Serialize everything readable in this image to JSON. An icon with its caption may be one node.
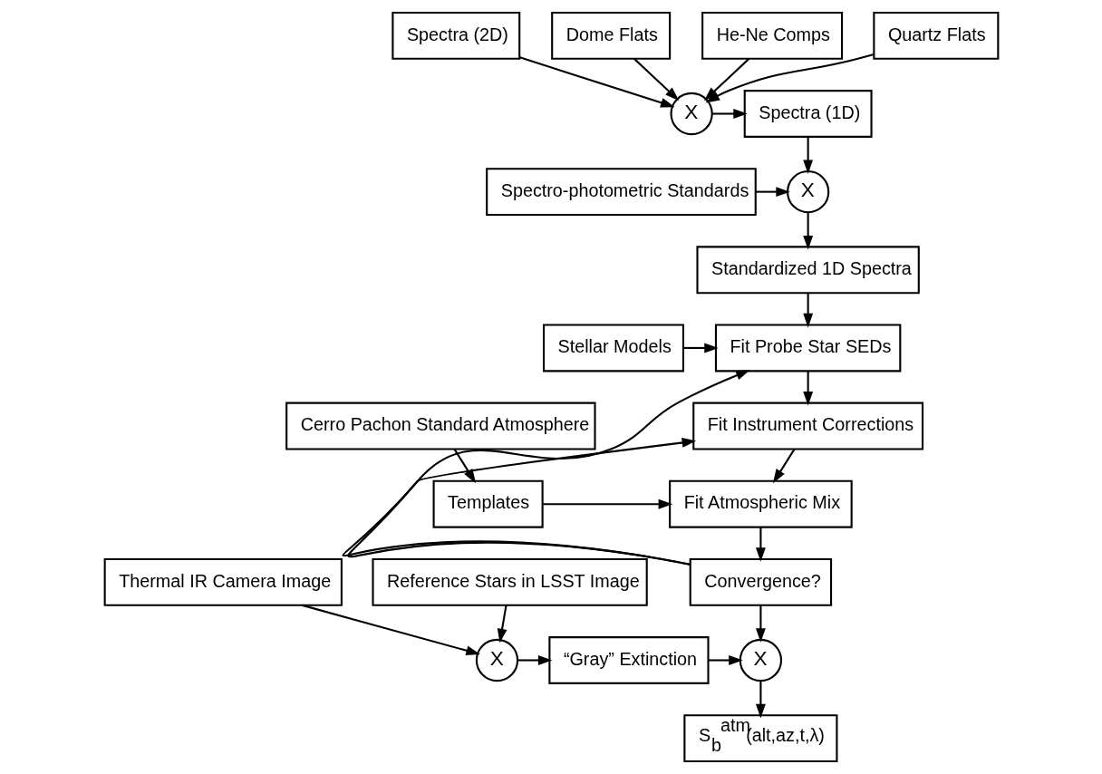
{
  "diagram": {
    "nodes": [
      {
        "text": [
          "Spectra (2D)"
        ]
      },
      {
        "text": [
          "Dome Flats"
        ]
      },
      {
        "text": [
          "He-Ne Comps"
        ]
      },
      {
        "text": [
          "Quartz Flats"
        ]
      },
      {
        "text": [
          "X"
        ]
      },
      {
        "text": [
          "Spectra (1D)"
        ]
      },
      {
        "text": [
          "X"
        ]
      },
      {
        "text": [
          "Spectro-photometric Standards"
        ]
      },
      {
        "text": [
          "Standardized 1D Spectra"
        ]
      },
      {
        "text": [
          "Stellar Models"
        ]
      },
      {
        "text": [
          "Fit Probe Star SEDs"
        ]
      },
      {
        "text": [
          "Fit Instrument Corrections"
        ]
      },
      {
        "text": [
          "Templates"
        ]
      },
      {
        "text": [
          "Fit Atmospheric Mix"
        ]
      },
      {
        "text": [
          "Convergence?"
        ]
      },
      {
        "text": [
          "Cerro Pachon Standard Atmosphere"
        ]
      },
      {
        "text": [
          "Reference Stars in LSST Image"
        ]
      },
      {
        "text": [
          "X"
        ]
      },
      {
        "text": [
          "“Gray” Extinction"
        ]
      },
      {
        "text": [
          "X"
        ]
      },
      {
        "text": [
          "Thermal IR Camera Image"
        ]
      },
      {
        "text": [
          "S$_{b}$$^{atm}$(alt,az,t,λ)"
        ]
      }
    ],
    "edges": [
      {
        "from": 0,
        "to": 4,
        "arrow": "to"
      },
      {
        "from": 1,
        "to": 4,
        "arrow": "to"
      },
      {
        "from": 2,
        "to": 4,
        "arrow": "to"
      },
      {
        "from": 3,
        "to": 4,
        "arrow": "to"
      },
      {
        "from": 4,
        "to": 5,
        "arrow": "to"
      },
      {
        "from": 5,
        "to": 6,
        "arrow": "to"
      },
      {
        "from": 7,
        "to": 6,
        "arrow": "to"
      },
      {
        "from": 6,
        "to": 8,
        "arrow": "to"
      },
      {
        "from": 8,
        "to": 10,
        "arrow": "to"
      },
      {
        "from": 9,
        "to": 10,
        "arrow": "to"
      },
      {
        "from": 10,
        "to": 11,
        "arrow": "to"
      },
      {
        "from": 11,
        "to": 13,
        "arrow": "to"
      },
      {
        "from": 12,
        "to": 13,
        "arrow": "to"
      },
      {
        "from": 13,
        "to": 14,
        "arrow": "to"
      },
      {
        "from": 14,
        "to": 10,
        "arrow": "to"
      },
      {
        "from": 14,
        "to": 11,
        "arrow": "to"
      },
      {
        "from": 15,
        "to": 12,
        "arrow": "to"
      },
      {
        "from": 14,
        "to": 17,
        "arrow": "to"
      },
      {
        "from": 16,
        "to": 19,
        "arrow": "to"
      },
      {
        "from": 20,
        "to": 19,
        "arrow": "to"
      },
      {
        "from": 19,
        "to": 18,
        "arrow": "to"
      },
      {
        "from": 18,
        "to": 17,
        "arrow": "to"
      },
      {
        "from": 17,
        "to": 21,
        "arrow": "to"
      }
    ]
  }
}
